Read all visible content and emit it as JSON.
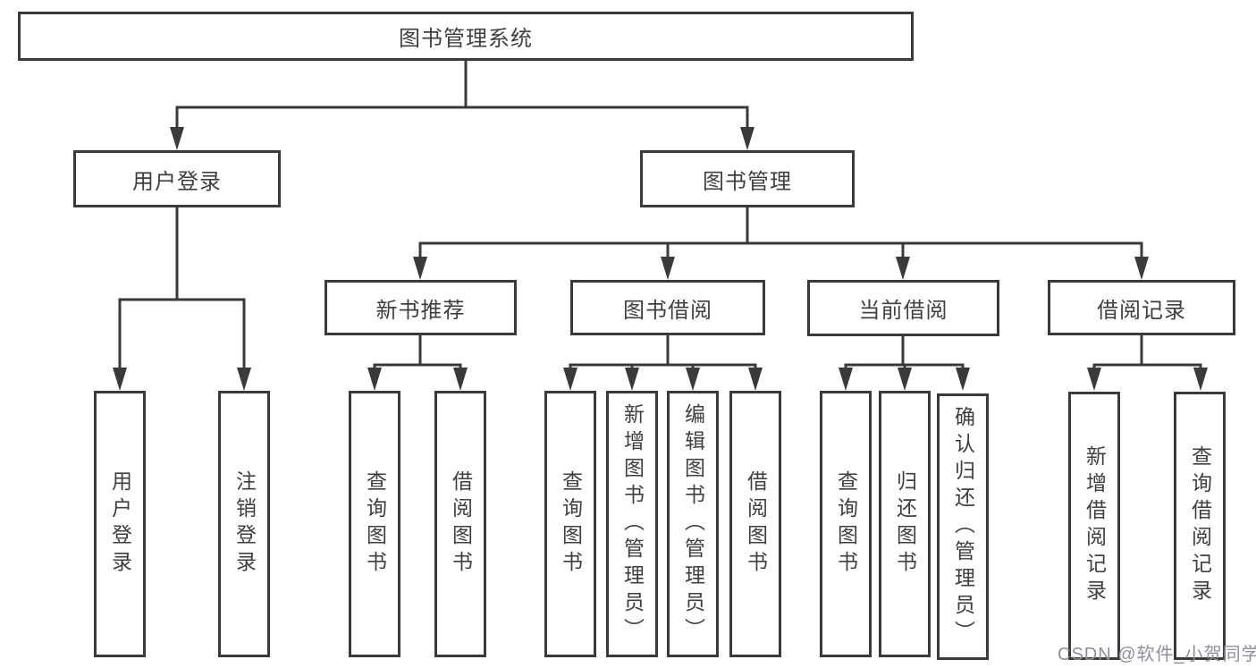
{
  "diagram": {
    "root": {
      "label": "图书管理系统"
    },
    "level2": [
      {
        "label": "用户登录"
      },
      {
        "label": "图书管理"
      }
    ],
    "level3": [
      {
        "label": "新书推荐"
      },
      {
        "label": "图书借阅"
      },
      {
        "label": "当前借阅"
      },
      {
        "label": "借阅记录"
      }
    ],
    "leaves": {
      "user_login": [
        {
          "label": "用户登录"
        },
        {
          "label": "注销登录"
        }
      ],
      "new_book": [
        {
          "label": "查询图书"
        },
        {
          "label": "借阅图书"
        }
      ],
      "book_borrow": [
        {
          "label": "查询图书"
        },
        {
          "label": "新增图书（管理员）"
        },
        {
          "label": "编辑图书（管理员）"
        },
        {
          "label": "借阅图书"
        }
      ],
      "current_borrow": [
        {
          "label": "查询图书"
        },
        {
          "label": "归还图书"
        },
        {
          "label": "确认归还（管理员）"
        }
      ],
      "borrow_records": [
        {
          "label": "新增借阅记录"
        },
        {
          "label": "查询借阅记录"
        }
      ]
    }
  },
  "watermark": {
    "text": "CSDN @软件_小贺同学"
  },
  "colors": {
    "line": "#3a3a3a",
    "text": "#3f3f3f",
    "watermark": "#8f8f99"
  }
}
